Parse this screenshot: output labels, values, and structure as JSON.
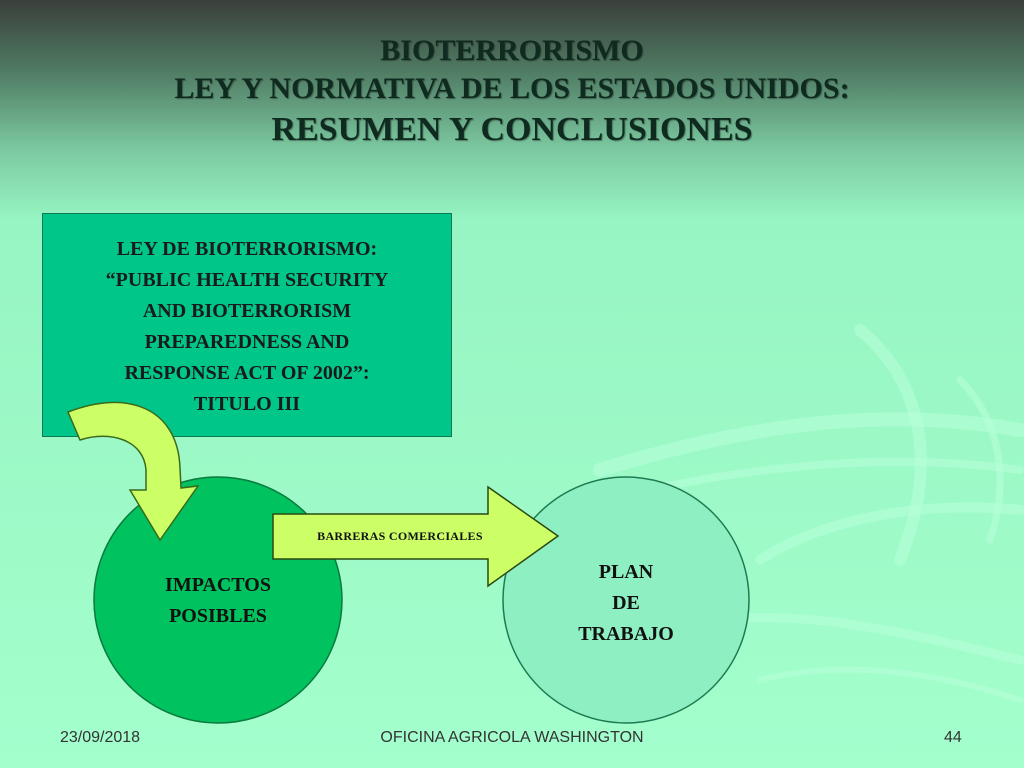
{
  "title": {
    "line1": "BIOTERRORISMO",
    "line2": "LEY  Y  NORMATIVA  DE  LOS  ESTADOS UNIDOS:",
    "line3": "RESUMEN Y CONCLUSIONES"
  },
  "law_box": {
    "lines": [
      "LEY DE BIOTERRORISMO:",
      "“PUBLIC HEALTH SECURITY",
      "AND BIOTERRORISM",
      "PREPAREDNESS AND",
      "RESPONSE ACT OF 2002”:",
      "TITULO III"
    ]
  },
  "impacts_circle": {
    "line1": "IMPACTOS",
    "line2": "POSIBLES"
  },
  "plan_circle": {
    "line1": "PLAN",
    "line2": "DE",
    "line3": "TRABAJO"
  },
  "arrow": {
    "label": "BARRERAS COMERCIALES"
  },
  "footer": {
    "date": "23/09/2018",
    "center": "OFICINA AGRICOLA  WASHINGTON",
    "page": "44"
  },
  "colors": {
    "law_box": "#00c68a",
    "impacts_circle": "#00c25e",
    "plan_circle": "#8ef0c2",
    "arrow_fill": "#ccff66"
  }
}
